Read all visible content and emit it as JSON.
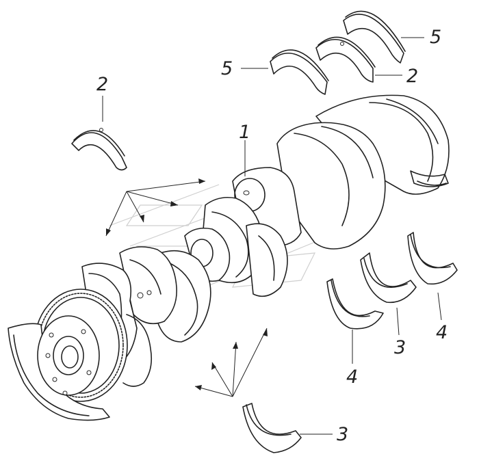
{
  "diagram": {
    "callouts": [
      {
        "id": "c1",
        "label": "1"
      },
      {
        "id": "c2a",
        "label": "2"
      },
      {
        "id": "c2b",
        "label": "2"
      },
      {
        "id": "c3a",
        "label": "3"
      },
      {
        "id": "c3b",
        "label": "3"
      },
      {
        "id": "c4a",
        "label": "4"
      },
      {
        "id": "c4b",
        "label": "4"
      },
      {
        "id": "c5a",
        "label": "5"
      },
      {
        "id": "c5b",
        "label": "5"
      }
    ]
  }
}
